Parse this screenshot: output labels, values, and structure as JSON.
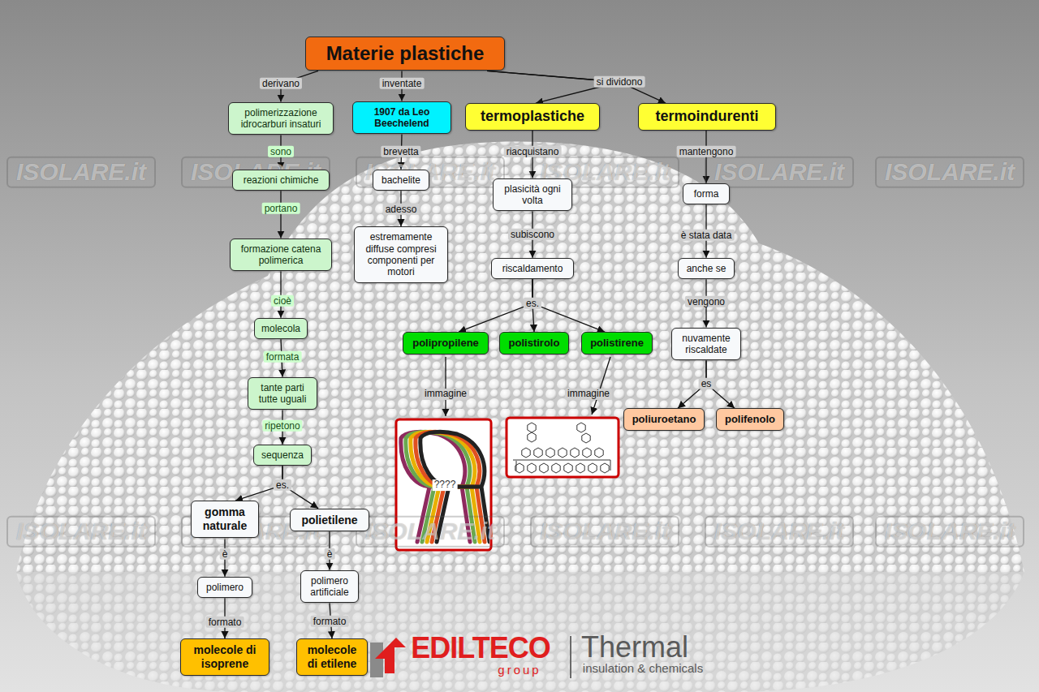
{
  "diagram": {
    "nodes": [
      {
        "text": [
          "Materie plastiche"
        ]
      },
      {
        "text": [
          "polimerizzazione idrocarburi insaturi"
        ]
      },
      {
        "text": [
          "reazioni chimiche"
        ]
      },
      {
        "text": [
          "formazione catena polimerica"
        ]
      },
      {
        "text": [
          "molecola"
        ]
      },
      {
        "text": [
          "tante parti tutte uguali"
        ]
      },
      {
        "text": [
          "sequenza"
        ]
      },
      {
        "text": [
          "gomma naturale"
        ]
      },
      {
        "text": [
          "polietilene"
        ]
      },
      {
        "text": [
          "polimero"
        ]
      },
      {
        "text": [
          "polimero artificiale"
        ]
      },
      {
        "text": [
          "molecole di isoprene"
        ]
      },
      {
        "text": [
          "molecole di etilene"
        ]
      },
      {
        "text": [
          "1907 da Leo Beechelend"
        ]
      },
      {
        "text": [
          "bachelite"
        ]
      },
      {
        "text": [
          "estremamente diffuse compresi componenti per motori"
        ]
      },
      {
        "text": [
          "termoplastiche"
        ]
      },
      {
        "text": [
          "plasicità ogni volta"
        ]
      },
      {
        "text": [
          "riscaldamento"
        ]
      },
      {
        "text": [
          "polipropilene"
        ]
      },
      {
        "text": [
          "polistirolo"
        ]
      },
      {
        "text": [
          "polistirene"
        ]
      },
      {
        "text": [
          "termoindurenti"
        ]
      },
      {
        "text": [
          "forma"
        ]
      },
      {
        "text": [
          "anche se"
        ]
      },
      {
        "text": [
          "nuvamente riscaldate"
        ]
      },
      {
        "text": [
          "poliuroetano"
        ]
      },
      {
        "text": [
          "polifenolo"
        ]
      }
    ],
    "edges": [
      {
        "from": 0,
        "to": 1,
        "label": "derivano",
        "arrow": "to"
      },
      {
        "from": 1,
        "to": 2,
        "label": "sono",
        "arrow": "to"
      },
      {
        "from": 2,
        "to": 3,
        "label": "portano",
        "arrow": "to"
      },
      {
        "from": 3,
        "to": 4,
        "label": "cioè",
        "arrow": "to"
      },
      {
        "from": 4,
        "to": 5,
        "label": "formata",
        "arrow": "to"
      },
      {
        "from": 5,
        "to": 6,
        "label": "ripetono",
        "arrow": "to"
      },
      {
        "from": 6,
        "to": 7,
        "label": "es.",
        "arrow": "to"
      },
      {
        "from": 6,
        "to": 8,
        "arrow": "to"
      },
      {
        "from": 7,
        "to": 9,
        "label": "è",
        "arrow": "to"
      },
      {
        "from": 8,
        "to": 10,
        "label": "è",
        "arrow": "to"
      },
      {
        "from": 9,
        "to": 11,
        "label": "formato",
        "arrow": "to"
      },
      {
        "from": 10,
        "to": 12,
        "label": "formato",
        "arrow": "to"
      },
      {
        "from": 0,
        "to": 13,
        "label": "inventate",
        "arrow": "to"
      },
      {
        "from": 13,
        "to": 14,
        "label": "brevetta",
        "arrow": "to"
      },
      {
        "from": 14,
        "to": 15,
        "label": "adesso",
        "arrow": "to"
      },
      {
        "from": 0,
        "to": 16,
        "label": "si dividono",
        "arrow": "to"
      },
      {
        "from": 0,
        "to": 22,
        "arrow": "to"
      },
      {
        "from": 16,
        "to": 17,
        "label": "riacquistano",
        "arrow": "to"
      },
      {
        "from": 17,
        "to": 18,
        "label": "subiscono",
        "arrow": "to"
      },
      {
        "from": 18,
        "to": 19,
        "label": "es.",
        "arrow": "to"
      },
      {
        "from": 18,
        "to": 20,
        "arrow": "to"
      },
      {
        "from": 18,
        "to": 21,
        "arrow": "to"
      },
      {
        "from": 22,
        "to": 23,
        "label": "mantengono",
        "arrow": "to"
      },
      {
        "from": 23,
        "to": 24,
        "label": "è stata data",
        "arrow": "to"
      },
      {
        "from": 24,
        "to": 25,
        "label": "vengono",
        "arrow": "to"
      },
      {
        "from": 25,
        "to": 26,
        "label": "es",
        "arrow": "to"
      },
      {
        "from": 25,
        "to": 27,
        "arrow": "to"
      }
    ],
    "labels": [
      "immagine",
      "immagine",
      "????",
      "ISOLARE.it",
      "ISOLARE.it",
      "ISOLARE.it",
      "ISOLARE.it",
      "ISOLARE.it",
      "ISOLARE.it",
      "ISOLARE.it",
      "ISOLARE.it",
      "ISOLARE.it",
      "ISOLARE.it",
      "ISOLARE.it",
      "ISOLARE.it",
      "EDILTECO",
      "group",
      "Thermal",
      "insulation & chemicals"
    ]
  }
}
